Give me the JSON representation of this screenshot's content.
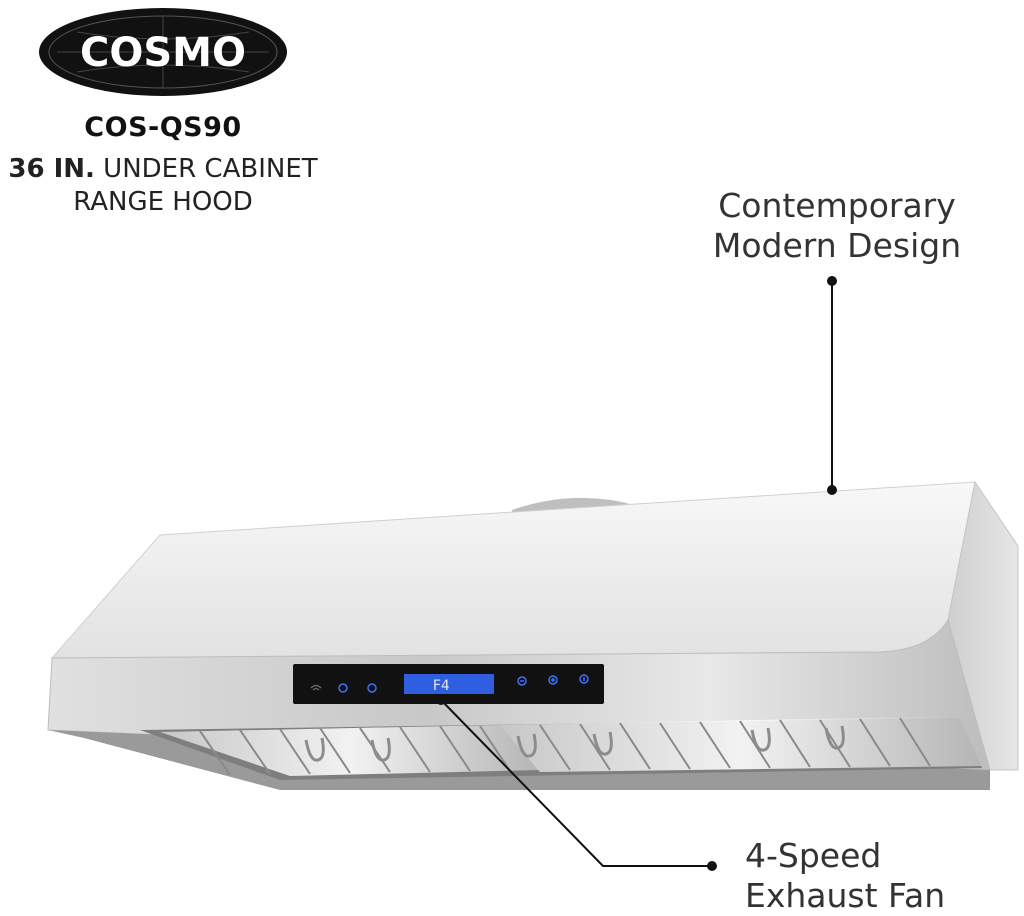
{
  "brand": {
    "logo_text": "COSMO"
  },
  "product": {
    "model": "COS-QS90",
    "size": "36 IN.",
    "type_line1": "UNDER CABINET",
    "type_line2": "RANGE HOOD"
  },
  "callouts": {
    "design_line1": "Contemporary",
    "design_line2": "Modern Design",
    "fan_line1": "4-Speed",
    "fan_line2": "Exhaust Fan"
  },
  "display": {
    "readout": "F4"
  },
  "colors": {
    "steel_light": "#f2f2f2",
    "steel_mid": "#d6d6d6",
    "steel_dark": "#9c9c9c",
    "panel": "#111111",
    "lcd": "#2f5fe0",
    "button_blue": "#3a73ff",
    "text": "#222222"
  },
  "icons": [
    "wifi-icon",
    "power-icon",
    "light-icon",
    "minus-icon",
    "plus-icon",
    "info-icon"
  ]
}
